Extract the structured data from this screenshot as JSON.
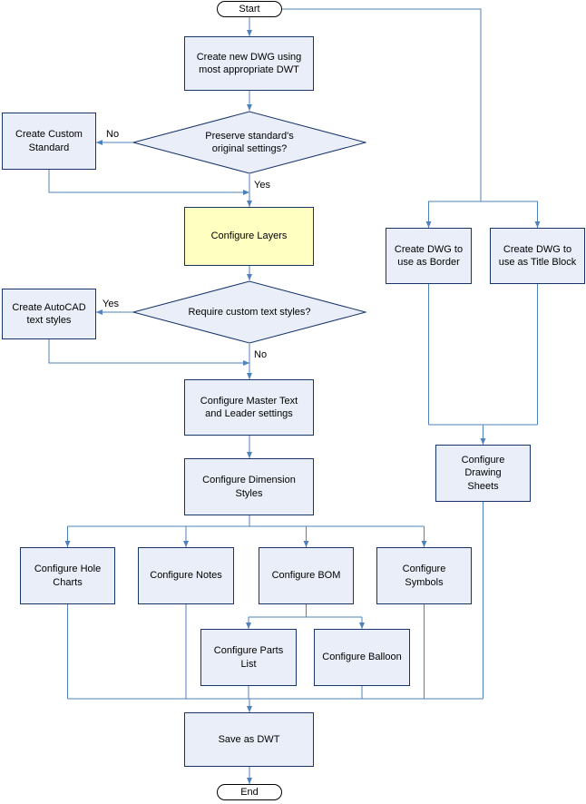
{
  "diagram": {
    "nodes": {
      "start": {
        "label": "Start",
        "type": "terminator"
      },
      "create_new_dwg": {
        "label": "Create new DWG using\nmost appropriate DWT",
        "type": "process"
      },
      "preserve_settings": {
        "label": "Preserve standard's\noriginal  settings?",
        "type": "decision"
      },
      "create_custom_standard": {
        "label": "Create Custom\nStandard",
        "type": "process"
      },
      "configure_layers": {
        "label": "Configure Layers",
        "type": "process",
        "highlighted": true
      },
      "require_text_styles": {
        "label": "Require custom  text styles?",
        "type": "decision"
      },
      "create_autocad_text_styles": {
        "label": "Create AutoCAD\ntext styles",
        "type": "process"
      },
      "configure_master_text": {
        "label": "Configure Master Text\nand Leader settings",
        "type": "process"
      },
      "configure_dimension_styles": {
        "label": "Configure Dimension\nStyles",
        "type": "process"
      },
      "configure_hole_charts": {
        "label": "Configure Hole\nCharts",
        "type": "process"
      },
      "configure_notes": {
        "label": "Configure Notes",
        "type": "process"
      },
      "configure_bom": {
        "label": "Configure BOM",
        "type": "process"
      },
      "configure_symbols": {
        "label": "Configure\nSymbols",
        "type": "process"
      },
      "configure_parts_list": {
        "label": "Configure Parts\nList",
        "type": "process"
      },
      "configure_balloon": {
        "label": "Configure Balloon",
        "type": "process"
      },
      "save_as_dwt": {
        "label": "Save as DWT",
        "type": "process"
      },
      "end": {
        "label": "End",
        "type": "terminator"
      },
      "create_dwg_border": {
        "label": "Create DWG to\nuse as Border",
        "type": "process"
      },
      "create_dwg_title_block": {
        "label": "Create DWG to\nuse as Title Block",
        "type": "process"
      },
      "configure_drawing_sheets": {
        "label": "Configure Drawing\nSheets",
        "type": "process"
      }
    },
    "edge_labels": {
      "preserve_no": "No",
      "preserve_yes": "Yes",
      "require_yes": "Yes",
      "require_no": "No"
    },
    "colors": {
      "line": "#4f81bd",
      "node_fill": "#e9eef8",
      "node_border": "#17356b",
      "highlight_fill": "#ffffc2",
      "terminator_fill": "#ffffff",
      "terminator_border": "#000000"
    }
  }
}
